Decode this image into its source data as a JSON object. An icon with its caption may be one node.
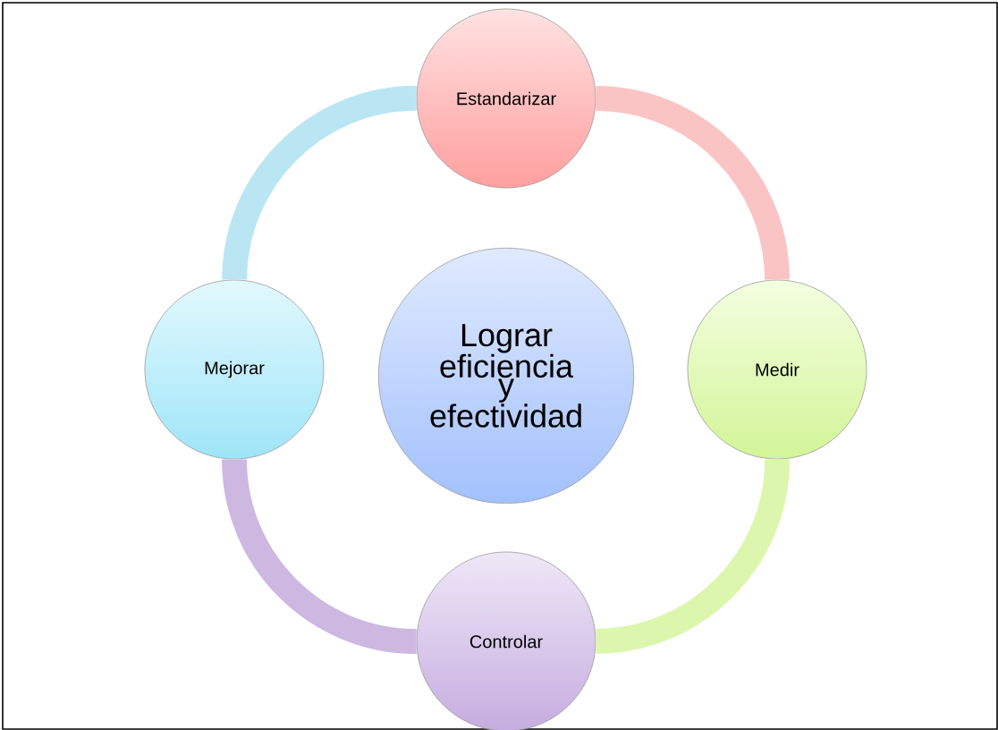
{
  "diagram": {
    "nodes": [
      {
        "text": [
          "Estandarizar"
        ]
      },
      {
        "text": [
          "Medir"
        ]
      },
      {
        "text": [
          "Controlar"
        ]
      },
      {
        "text": [
          "Mejorar"
        ]
      },
      {
        "text": [
          "Lograr eficiencia y efectividad"
        ]
      }
    ],
    "edges": [
      {
        "from": 0,
        "to": 1,
        "arrow": "none",
        "color": "#fbc4c4"
      },
      {
        "from": 1,
        "to": 2,
        "arrow": "none",
        "color": "#dcf7ad"
      },
      {
        "from": 2,
        "to": 3,
        "arrow": "none",
        "color": "#cdb8e2"
      },
      {
        "from": 3,
        "to": 0,
        "arrow": "none",
        "color": "#bae6f4"
      }
    ]
  }
}
